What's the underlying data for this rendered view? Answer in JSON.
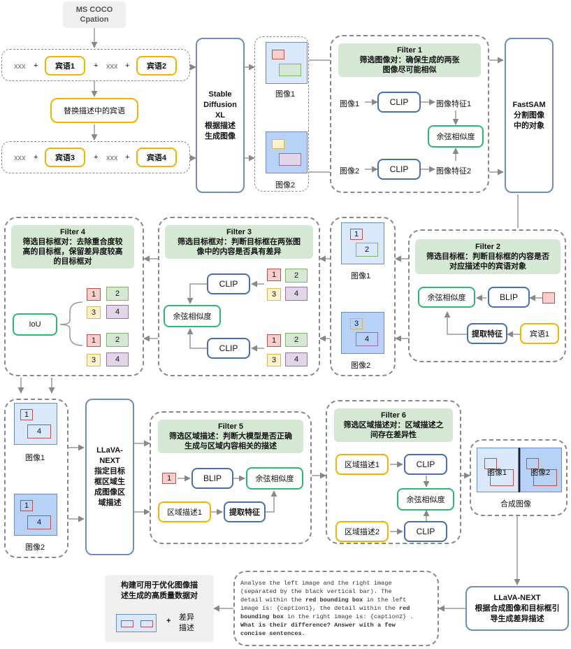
{
  "source": "MS COCO\nCpation",
  "cap1": {
    "xxx_a": "xxx",
    "obj1": "宾语1",
    "xxx_b": "xxx",
    "obj2": "宾语2"
  },
  "cap2": {
    "xxx_a": "xxx",
    "obj3": "宾语3",
    "xxx_b": "xxx",
    "obj4": "宾语4"
  },
  "plus": "+",
  "replace": "替换描述中的宾语",
  "sdxl": "Stable\nDiffusion\nXL\n根据描述\n生成图像",
  "image1": "图像1",
  "image2": "图像2",
  "filter1": {
    "title": "Filter 1",
    "desc": "筛选图像对：确保生成的两张\n图像尽可能相似",
    "clip": "CLIP",
    "feat1": "图像特征1",
    "feat2": "图像特征2",
    "cos": "余弦相似度"
  },
  "fastsam": "FastSAM\n分割图像\n中的对象",
  "filter2": {
    "title": "Filter 2",
    "desc": "筛选目标框：判断目标框的内容是否\n对应描述中的宾语对象",
    "cos": "余弦相似度",
    "blip": "BLIP",
    "extract": "提取特征",
    "obj1": "宾语1"
  },
  "filter3": {
    "title": "Filter 3",
    "desc": "筛选目标框对：判断目标框在两张图\n像中的内容是否具有差异",
    "clip": "CLIP",
    "cos": "余弦相似度"
  },
  "filter4": {
    "title": "Filter 4",
    "desc": "筛选目标框对：去除重合度较\n高的目标框，保留差异度较高\n的目标框对",
    "iou": "IoU"
  },
  "nums": {
    "n1": "1",
    "n2": "2",
    "n3": "3",
    "n4": "4"
  },
  "llava1": "LLaVA-\nNEXT\n指定目标\n框区域生\n成图像区\n域描述",
  "filter5": {
    "title": "Filter 5",
    "desc": "筛选区域描述：判断大模型是否正确\n生成与区域内容相关的描述",
    "blip": "BLIP",
    "cos": "余弦相似度",
    "region1": "区域描述1",
    "extract": "提取特征"
  },
  "filter6": {
    "title": "Filter 6",
    "desc": "筛选区域描述对：区域描述之\n间存在差异性",
    "region1": "区域描述1",
    "region2": "区域描述2",
    "clip": "CLIP",
    "cos": "余弦相似度"
  },
  "composite": {
    "label": "合成图像",
    "img1": "图像1",
    "img2": "图像2"
  },
  "llava2": "LLaVA-NEXT\n根据合成图像和目标框引\n导生成差异描述",
  "prompt": {
    "p1": "Analyse the left image and the right image",
    "p2": "(separated by the black vertical bar). The",
    "p3a": "detail within the ",
    "p3b": "red bounding box",
    "p3c": " in the left",
    "p4": "image is: {caption1}, the detail within the ",
    "p4b": "red",
    "p5a": "bounding box",
    "p5b": " in the right image is: {caption2} .",
    "p6": "What is their difference? Answer with a few",
    "p7": "concise sentences."
  },
  "final": {
    "title": "构建可用于优化图像描\n述生成的高质量数据对",
    "plus": "+",
    "diff": "差异\n描述"
  }
}
